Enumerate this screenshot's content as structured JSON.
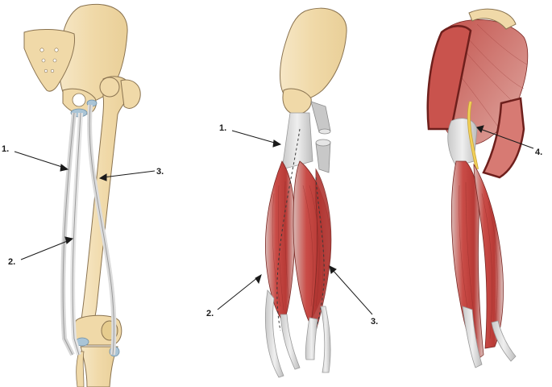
{
  "panels": [
    {
      "id": "skeletal-view",
      "labels": [
        {
          "text": "1."
        },
        {
          "text": "2."
        },
        {
          "text": "3."
        }
      ]
    },
    {
      "id": "muscle-view",
      "labels": [
        {
          "text": "1."
        },
        {
          "text": "2."
        },
        {
          "text": "3."
        }
      ]
    },
    {
      "id": "deep-view",
      "labels": [
        {
          "text": "4."
        }
      ]
    }
  ],
  "colors": {
    "bone": "#f3dfb6",
    "bone_stroke": "#8a7350",
    "muscle": "#c84a45",
    "muscle_dark": "#9e2e2c",
    "tendon": "#d9d9d9",
    "cartilage": "#a9c4d6",
    "nerve": "#f2d15a"
  }
}
